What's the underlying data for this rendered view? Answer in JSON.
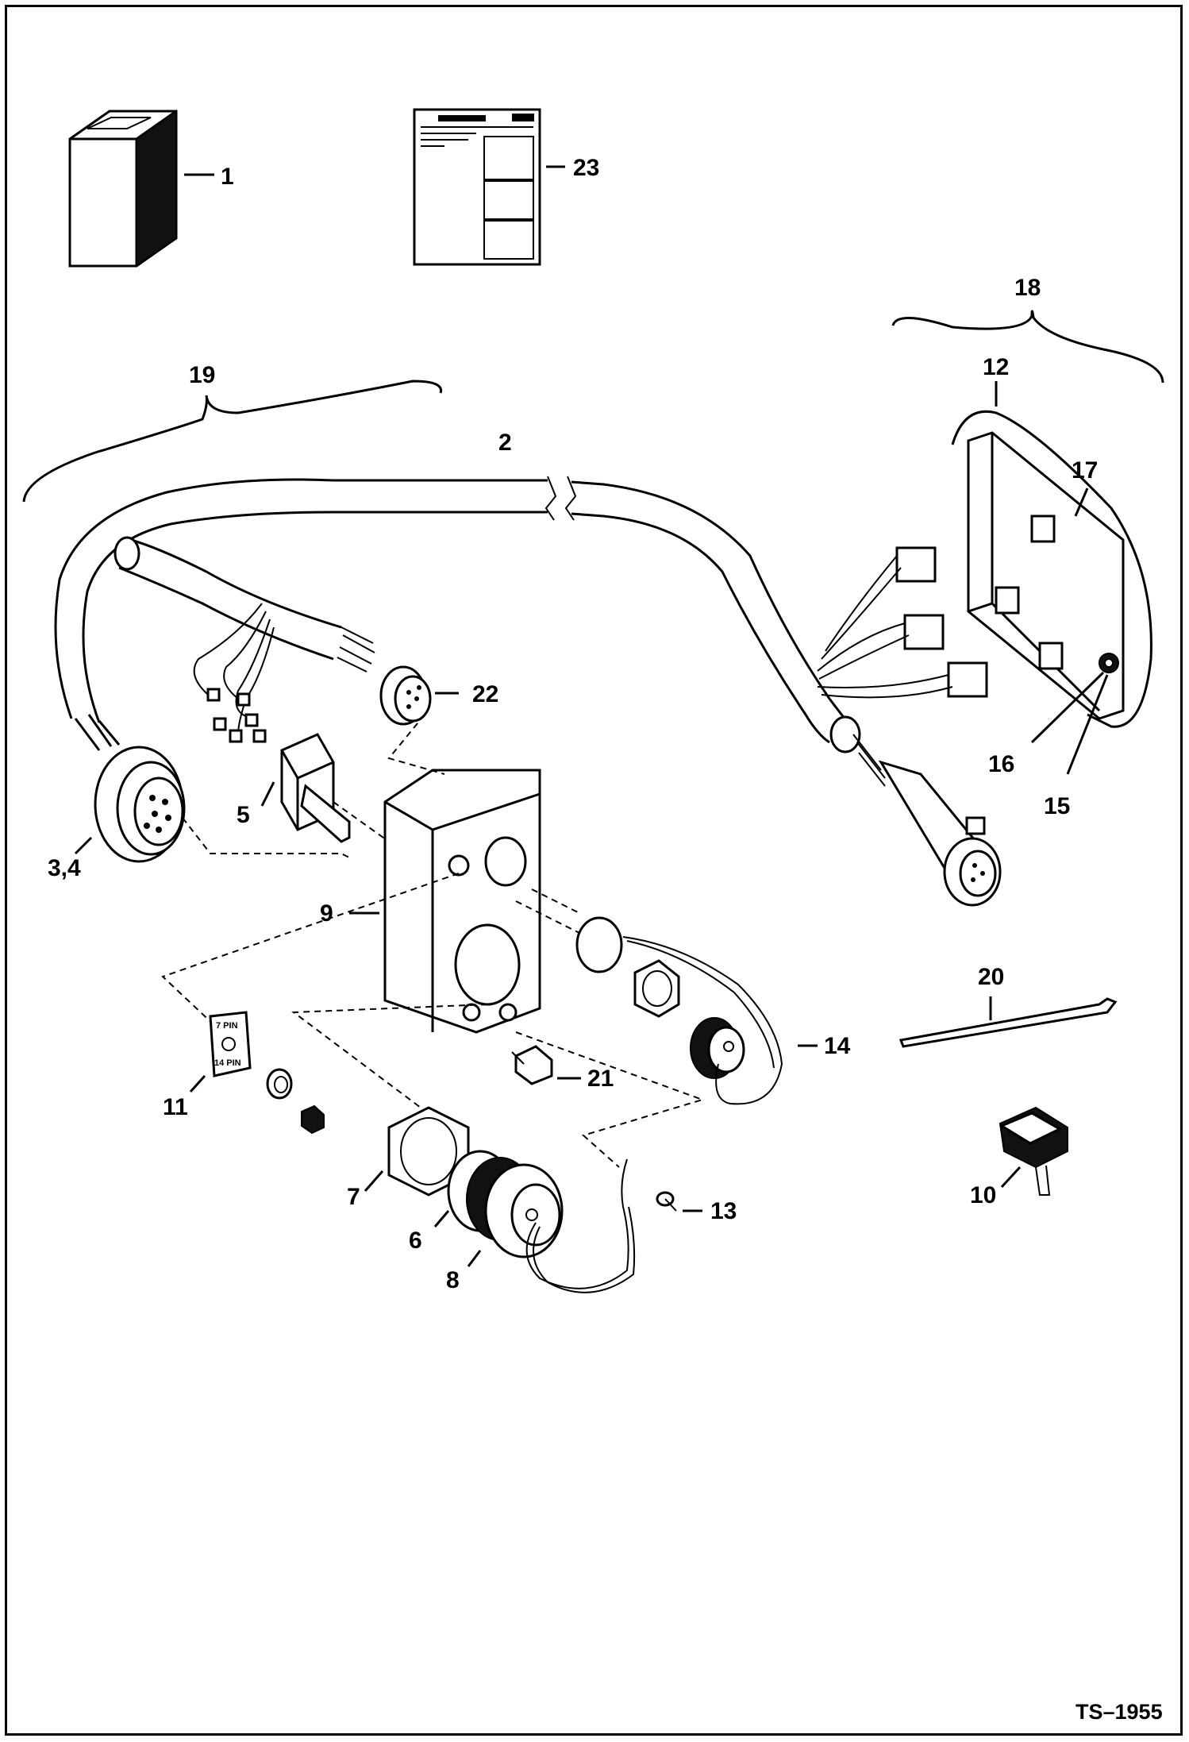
{
  "diagram": {
    "reference_number": "TS–1955",
    "decal_text_1": "7 PIN",
    "decal_text_2": "14 PIN",
    "callouts": {
      "c1": "1",
      "c2": "2",
      "c34": "3,4",
      "c5": "5",
      "c6": "6",
      "c7": "7",
      "c8": "8",
      "c9": "9",
      "c10": "10",
      "c11": "11",
      "c12": "12",
      "c13": "13",
      "c14": "14",
      "c15": "15",
      "c16": "16",
      "c17": "17",
      "c18": "18",
      "c19": "19",
      "c20": "20",
      "c21": "21",
      "c22": "22",
      "c23": "23"
    }
  }
}
